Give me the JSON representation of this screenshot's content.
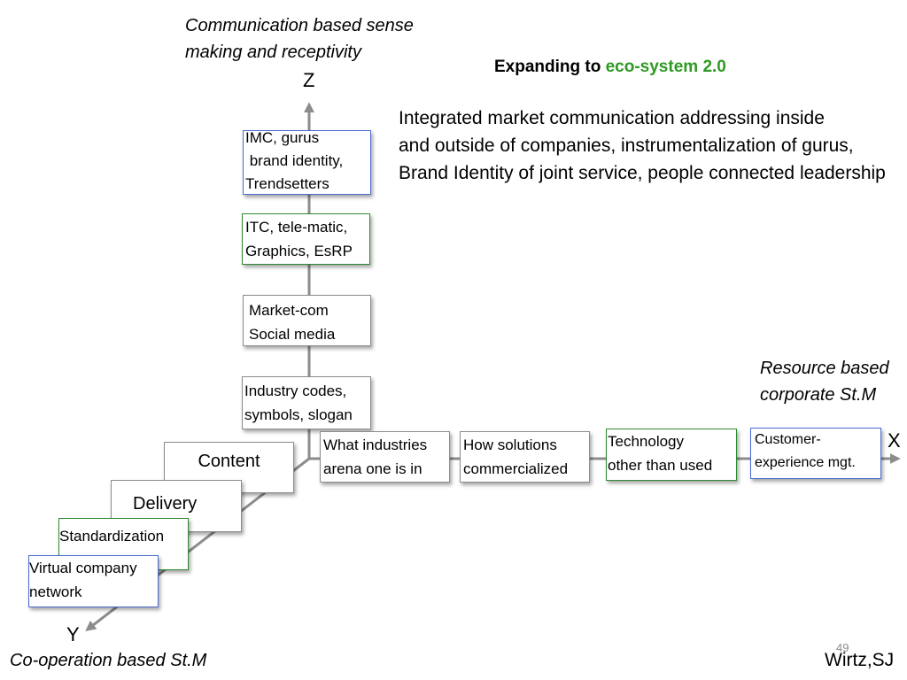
{
  "slide": {
    "page_number": "49",
    "author": "Wirtz,SJ"
  },
  "title": {
    "prefix": "Expanding to ",
    "highlight": "eco-system 2.0",
    "highlight_color": "#2e9a23"
  },
  "description": {
    "lines": [
      "Integrated market communication addressing inside",
      "and outside of companies, instrumentalization of gurus,",
      "Brand Identity of joint service, people connected leadership"
    ]
  },
  "axes": {
    "z": {
      "letter": "Z",
      "caption": [
        "Communication based sense",
        "making and receptivity"
      ]
    },
    "x": {
      "letter": "X",
      "caption": [
        "Resource based",
        "corporate St.M"
      ]
    },
    "y": {
      "letter": "Y",
      "caption": [
        "Co-operation based St.M"
      ]
    },
    "line_color": "#8c8c8c"
  },
  "z_boxes": [
    {
      "lines": [
        "IMC, gurus",
        " brand identity,",
        "Trendsetters"
      ],
      "border": "blue"
    },
    {
      "lines": [
        "ITC, tele-matic,",
        "Graphics, EsRP"
      ],
      "border": "green"
    },
    {
      "lines": [
        "Market-com",
        "Social media"
      ],
      "border": "gray"
    },
    {
      "lines": [
        "Industry codes,",
        "symbols, slogan"
      ],
      "border": "gray"
    }
  ],
  "x_boxes": [
    {
      "lines": [
        "What industries",
        "arena one is in"
      ],
      "border": "gray"
    },
    {
      "lines": [
        "How solutions",
        "commercialized"
      ],
      "border": "gray"
    },
    {
      "lines": [
        "Technology",
        "other than used"
      ],
      "border": "green"
    },
    {
      "lines": [
        "Customer-",
        "experience mgt."
      ],
      "border": "blue"
    }
  ],
  "y_boxes": [
    {
      "lines": [
        "Content"
      ],
      "border": "gray"
    },
    {
      "lines": [
        "Delivery"
      ],
      "border": "gray"
    },
    {
      "lines": [
        "Standardization"
      ],
      "border": "green"
    },
    {
      "lines": [
        "Virtual company",
        "network"
      ],
      "border": "blue"
    }
  ]
}
